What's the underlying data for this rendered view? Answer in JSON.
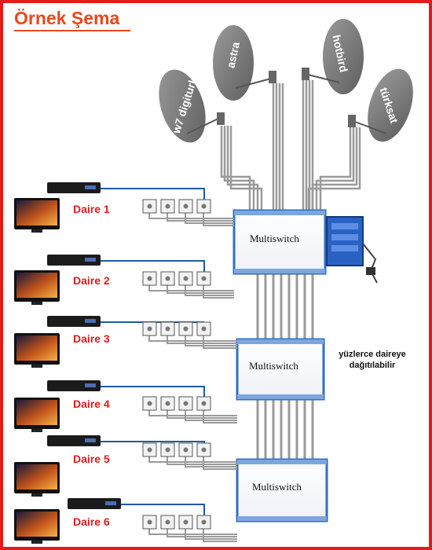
{
  "title": "Örnek Şema",
  "satellites": [
    {
      "label": "w7 digiturk"
    },
    {
      "label": "astra"
    },
    {
      "label": "hotbird"
    },
    {
      "label": "türksat"
    }
  ],
  "apartments": [
    {
      "label": "Daire 1"
    },
    {
      "label": "Daire 2"
    },
    {
      "label": "Daire 3"
    },
    {
      "label": "Daire 4"
    },
    {
      "label": "Daire 5"
    },
    {
      "label": "Daire 6"
    }
  ],
  "multiswitches": [
    {
      "label": "Multiswitch"
    },
    {
      "label": "Multiswitch"
    },
    {
      "label": "Multiswitch"
    }
  ],
  "note": "yüzlerce daireye dağıtılabilir",
  "colors": {
    "frame": "#e21b1b",
    "title": "#e8481d",
    "label": "#e21b1b",
    "receiver_cable": "#1d5aa8",
    "multiswitch_border": "#2f6fc6",
    "dish": "#707070",
    "cable": "#9a9a9a"
  }
}
